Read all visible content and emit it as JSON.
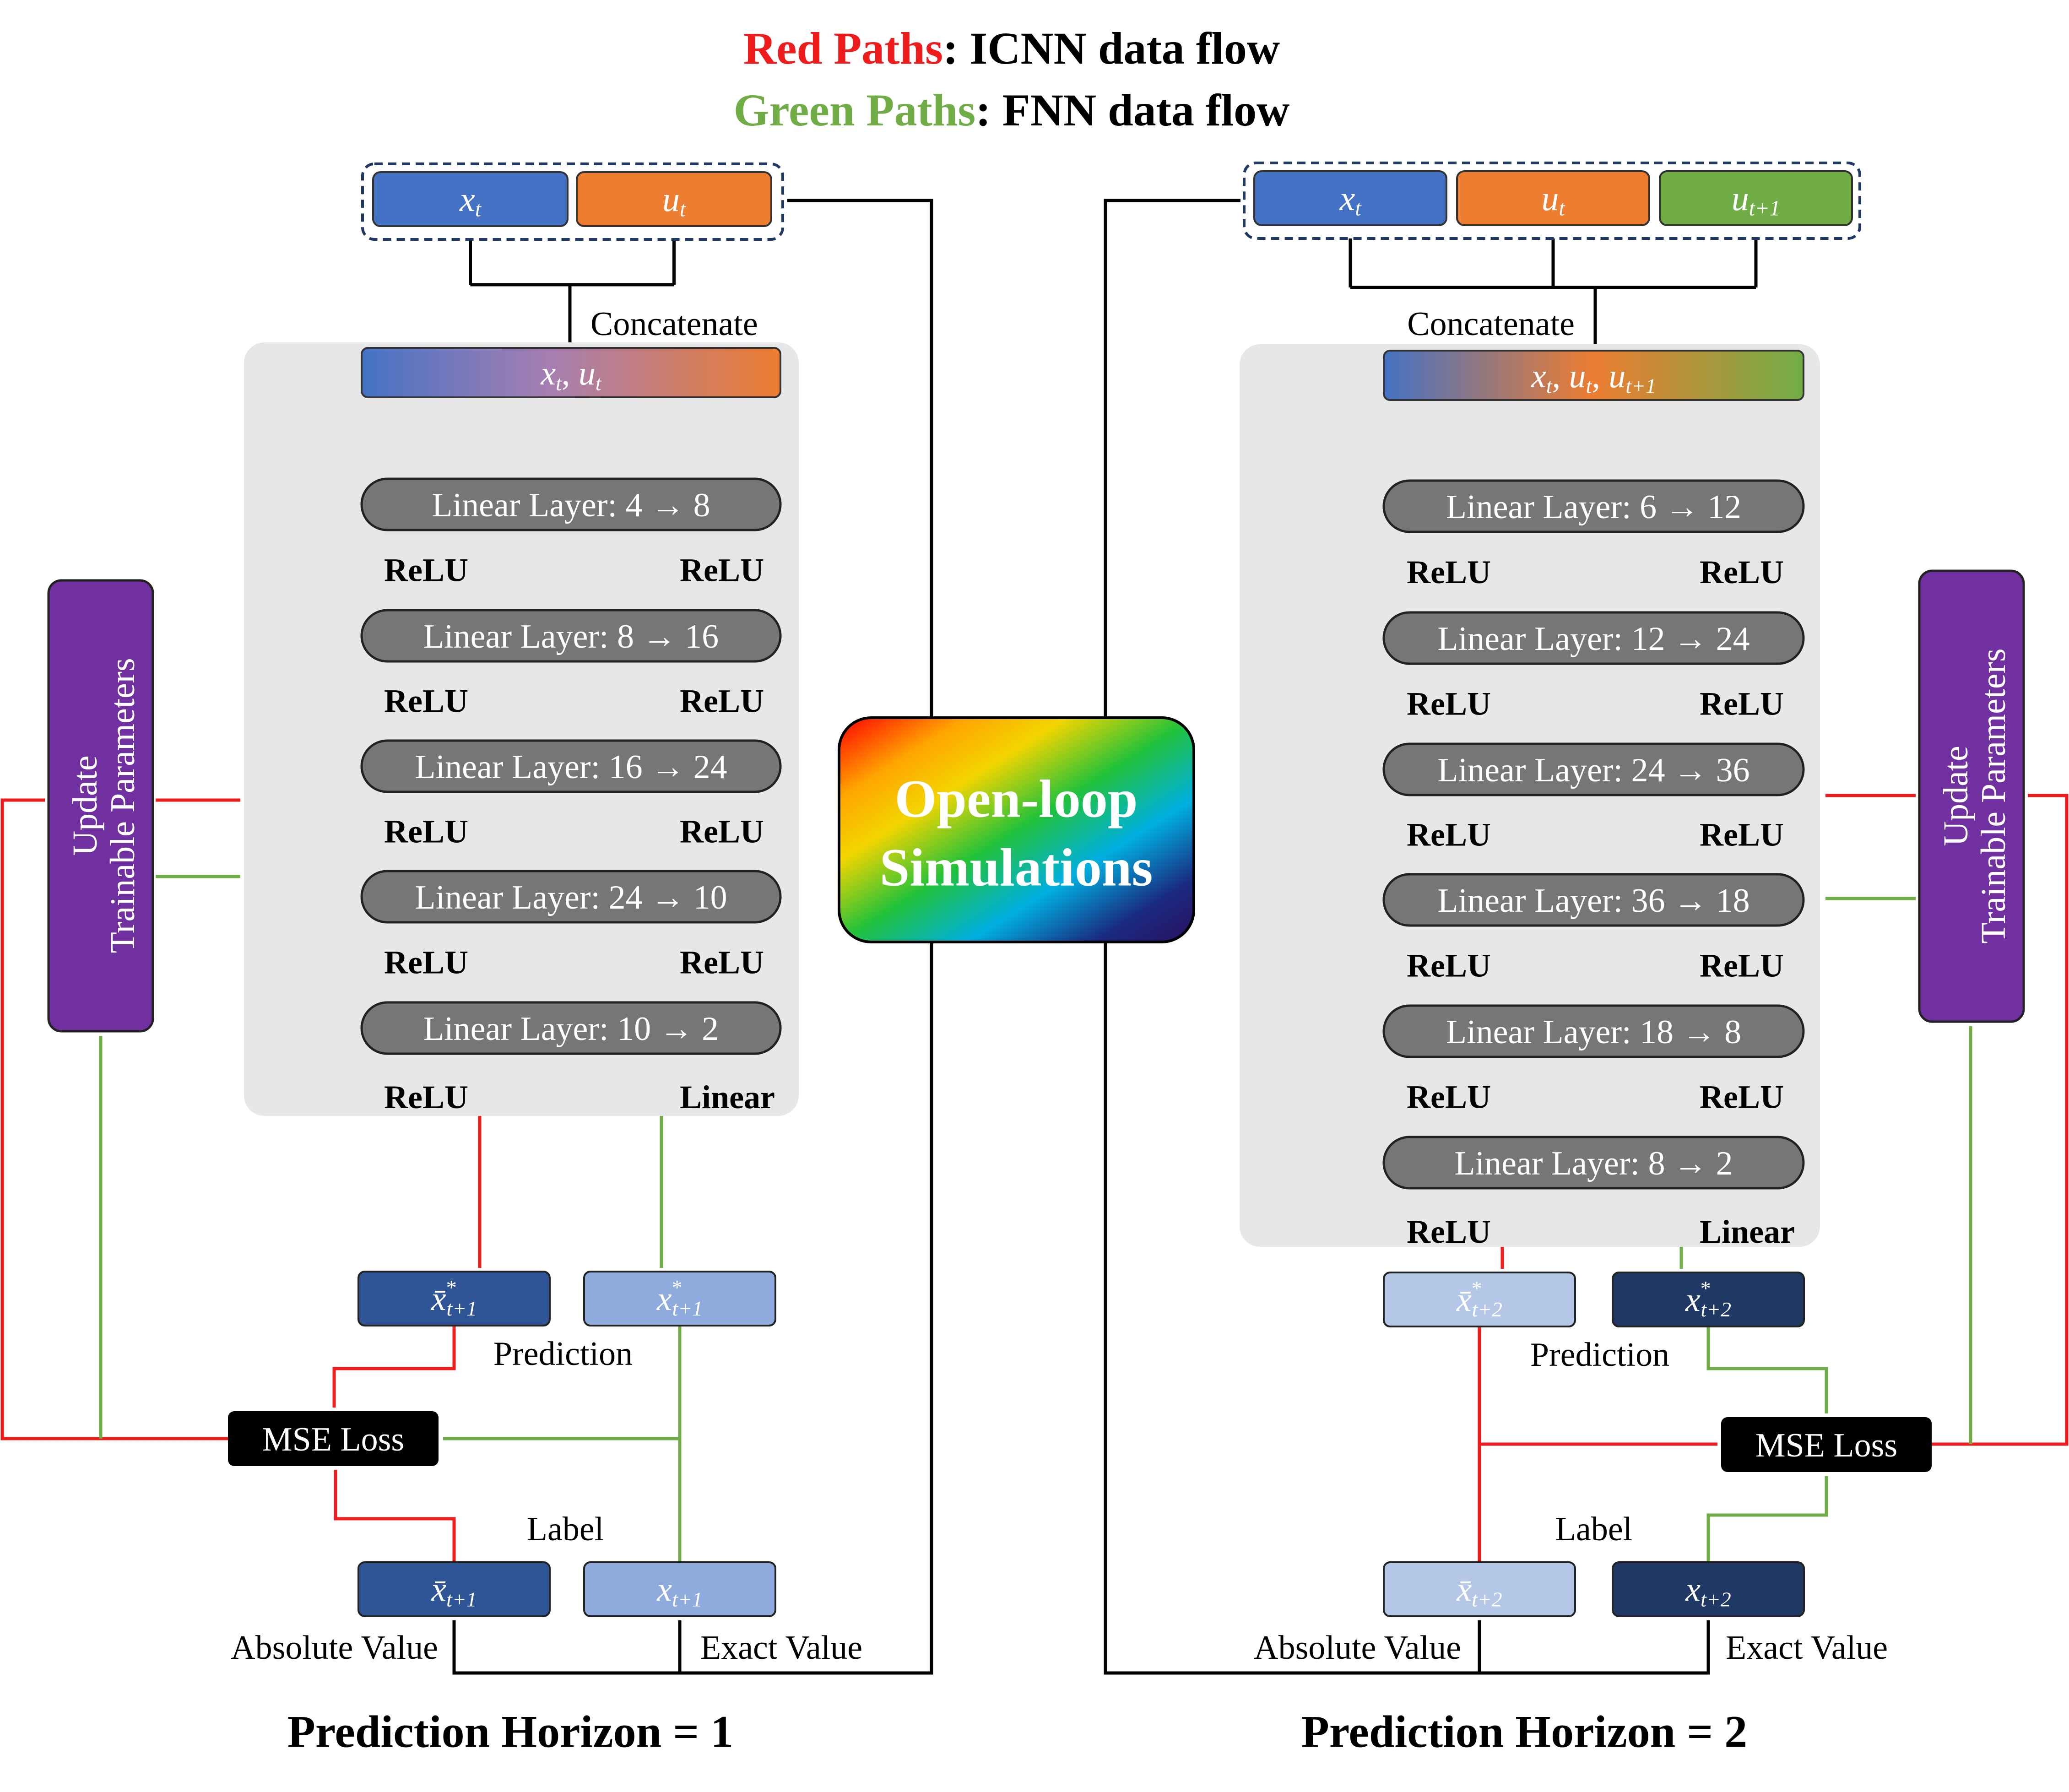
{
  "legend": {
    "red_label": "Red Paths",
    "red_rest": ": ICNN data flow",
    "green_label": "Green Paths",
    "green_rest": ": FNN data flow"
  },
  "colors": {
    "red": "#ee1c1c",
    "green": "#70ad47",
    "purple": "#7030a0",
    "blue_input": "#4472c4",
    "orange_input": "#ed7d31",
    "green_input": "#70ad47",
    "layer_gray": "#767676",
    "panel_gray": "#e7e7e7",
    "dark_blue": "#2f5597",
    "light_blue": "#8faadc",
    "navy": "#1f3864",
    "pale_blue": "#b4c7e7"
  },
  "center": {
    "line1": "Open-loop",
    "line2": "Simulations"
  },
  "left": {
    "inputs": [
      "x_t",
      "u_t"
    ],
    "input_labels": [
      {
        "base": "x",
        "sub": "t"
      },
      {
        "base": "u",
        "sub": "t"
      }
    ],
    "concat_label": "Concatenate",
    "concat_bar": {
      "parts": [
        {
          "base": "x",
          "sub": "t"
        },
        {
          "sep": ", "
        },
        {
          "base": "u",
          "sub": "t"
        }
      ]
    },
    "layers": [
      "Linear Layer: 4 → 8",
      "Linear Layer: 8 → 16",
      "Linear Layer: 16 → 24",
      "Linear Layer: 24 → 10",
      "Linear Layer: 10 → 2"
    ],
    "relu": "ReLU",
    "linear": "Linear",
    "update": {
      "line1": "Update",
      "line2": "Trainable Parameters"
    },
    "prediction_label": "Prediction",
    "label_label": "Label",
    "mse": "MSE Loss",
    "absolute_value": "Absolute Value",
    "exact_value": "Exact Value",
    "pred_boxes": [
      {
        "base": "x̄",
        "sup": "*",
        "sub": "t+1"
      },
      {
        "base": "x",
        "sup": "*",
        "sub": "t+1"
      }
    ],
    "label_boxes": [
      {
        "base": "x̄",
        "sub": "t+1"
      },
      {
        "base": "x",
        "sub": "t+1"
      }
    ],
    "title": "Prediction Horizon = 1"
  },
  "right": {
    "input_labels": [
      {
        "base": "x",
        "sub": "t"
      },
      {
        "base": "u",
        "sub": "t"
      },
      {
        "base": "u",
        "sub": "t+1"
      }
    ],
    "concat_label": "Concatenate",
    "layers": [
      "Linear Layer: 6 → 12",
      "Linear Layer: 12 → 24",
      "Linear Layer: 24 → 36",
      "Linear Layer: 36 → 18",
      "Linear Layer: 18 → 8",
      "Linear Layer: 8 → 2"
    ],
    "relu": "ReLU",
    "linear": "Linear",
    "update": {
      "line1": "Update",
      "line2": "Trainable Parameters"
    },
    "prediction_label": "Prediction",
    "label_label": "Label",
    "mse": "MSE Loss",
    "absolute_value": "Absolute Value",
    "exact_value": "Exact Value",
    "pred_boxes": [
      {
        "base": "x̄",
        "sup": "*",
        "sub": "t+2"
      },
      {
        "base": "x",
        "sup": "*",
        "sub": "t+2"
      }
    ],
    "label_boxes": [
      {
        "base": "x̄",
        "sub": "t+2"
      },
      {
        "base": "x",
        "sub": "t+2"
      }
    ],
    "title": "Prediction Horizon = 2"
  }
}
